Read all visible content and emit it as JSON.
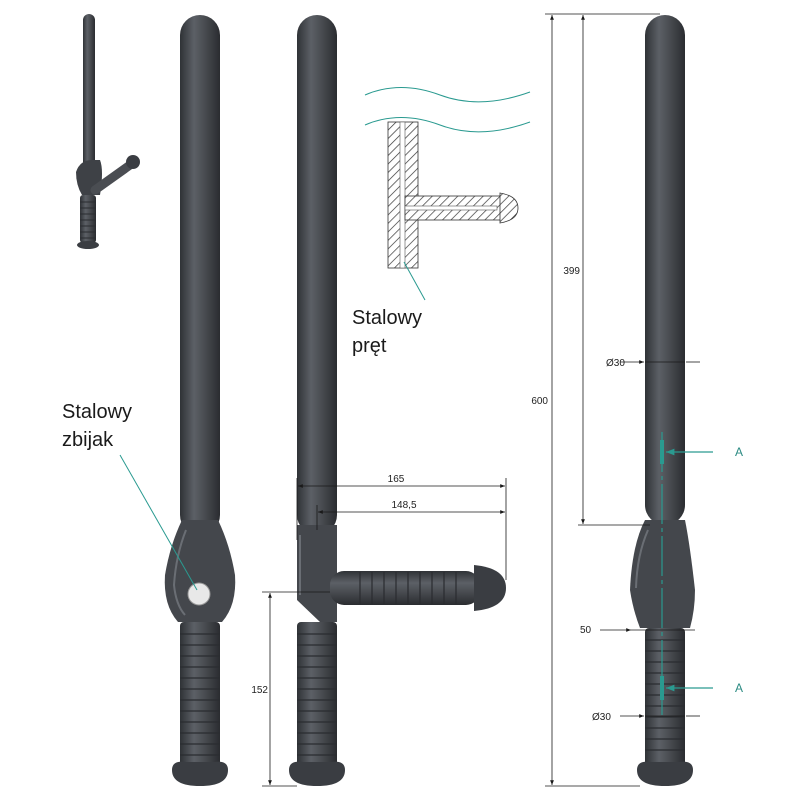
{
  "labels": {
    "steel_rod_line1": "Stalowy",
    "steel_rod_line2": "pręt",
    "steel_striker_line1": "Stalowy",
    "steel_striker_line2": "zbijak"
  },
  "dimensions": {
    "handle_reach": "165",
    "handle_length": "148,5",
    "grip_length": "152",
    "total_length": "600",
    "shaft_length": "399",
    "shaft_diameter": "Ø30",
    "grip_diameter": "Ø30",
    "guard_width": "50"
  },
  "section_marks": {
    "upper": "A",
    "lower": "A"
  },
  "colors": {
    "baton_body": "#4a4d52",
    "baton_dark": "#2f3236",
    "baton_highlight": "#6a6e74",
    "dimension_line": "#1a1a1a",
    "section_line": "#2a9a90",
    "striker": "#e8e8e8"
  }
}
